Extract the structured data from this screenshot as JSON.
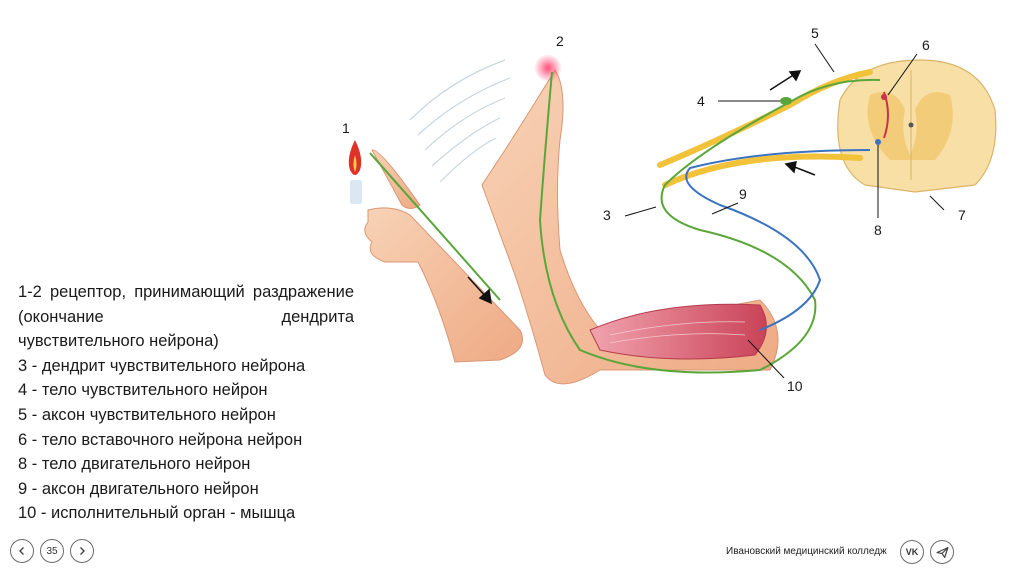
{
  "diagram": {
    "labels": [
      "1",
      "2",
      "3",
      "4",
      "5",
      "6",
      "7",
      "8",
      "9",
      "10"
    ]
  },
  "legend": [
    "1-2 рецептор, принимающий раздражение (окончание дендрита",
    "чувствительного нейрона)",
    "3 - дендрит чувствительного нейрона",
    "4 - тело чувствительного нейрон",
    "5 - аксон чувствительного нейрон",
    "6 - тело вставочного нейрона нейрон",
    "8 - тело двигательного нейрон",
    "9 - аксон двигательного нейрон",
    "10 - исполнительный орган - мышца"
  ],
  "footer": {
    "page_number": "35",
    "college": "Ивановский медицинский колледж",
    "vk_label": "VK"
  },
  "icons": {
    "prev": "chevron-left-icon",
    "next": "chevron-right-icon",
    "share": "send-icon"
  },
  "colors": {
    "skin": "#f6c8a8",
    "skin_dark": "#e3a27c",
    "muscle": "#d9586e",
    "nerve_green": "#5aa63a",
    "nerve_blue": "#3c73c0",
    "nerve_yellow": "#f2c23a",
    "spinal_cord": "#f8dfa6",
    "flame": "#e0302a"
  }
}
